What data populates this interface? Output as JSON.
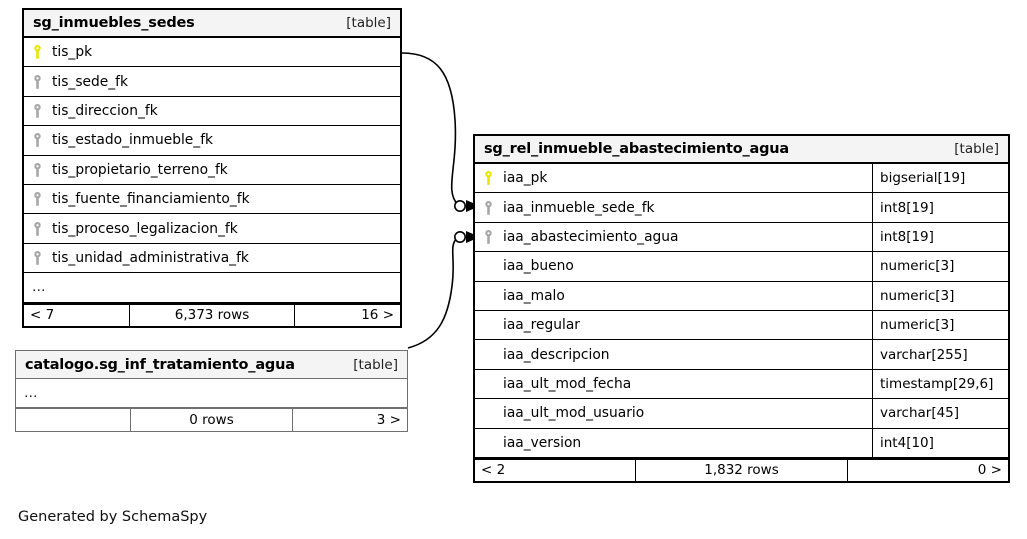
{
  "diagram": {
    "generator_note": "Generated by SchemaSpy",
    "table_tag": "[table]",
    "pk_icon": "yellow-key-icon",
    "fk_icon": "gray-key-icon",
    "pk_color": "#e6e600",
    "fk_color": "#a6a6a6",
    "header_bg": "#f4f4f4",
    "border_color": "#000000",
    "thin_border_color": "#6f6f6f"
  },
  "tables": [
    {
      "id": "sg_inmuebles_sedes",
      "name": "sg_inmuebles_sedes",
      "tag": "[table]",
      "columns": [
        {
          "key": "pk",
          "name": "tis_pk",
          "type": ""
        },
        {
          "key": "fk",
          "name": "tis_sede_fk",
          "type": ""
        },
        {
          "key": "fk",
          "name": "tis_direccion_fk",
          "type": ""
        },
        {
          "key": "fk",
          "name": "tis_estado_inmueble_fk",
          "type": ""
        },
        {
          "key": "fk",
          "name": "tis_propietario_terreno_fk",
          "type": ""
        },
        {
          "key": "fk",
          "name": "tis_fuente_financiamiento_fk",
          "type": ""
        },
        {
          "key": "fk",
          "name": "tis_proceso_legalizacion_fk",
          "type": ""
        },
        {
          "key": "fk",
          "name": "tis_unidad_administrativa_fk",
          "type": ""
        }
      ],
      "more_indicator": "…",
      "footer": {
        "left": "< 7",
        "middle": "6,373 rows",
        "right": "16 >"
      }
    },
    {
      "id": "catalogo_sg_inf_tratamiento_agua",
      "name": "catalogo.sg_inf_tratamiento_agua",
      "tag": "[table]",
      "columns": [],
      "more_indicator": "…",
      "footer": {
        "left": "",
        "middle": "0 rows",
        "right": "3 >"
      }
    },
    {
      "id": "sg_rel_inmueble_abastecimiento_agua",
      "name": "sg_rel_inmueble_abastecimiento_agua",
      "tag": "[table]",
      "columns": [
        {
          "key": "pk",
          "name": "iaa_pk",
          "type": "bigserial[19]"
        },
        {
          "key": "fk",
          "name": "iaa_inmueble_sede_fk",
          "type": "int8[19]"
        },
        {
          "key": "fk",
          "name": "iaa_abastecimiento_agua",
          "type": "int8[19]"
        },
        {
          "key": "none",
          "name": "iaa_bueno",
          "type": "numeric[3]"
        },
        {
          "key": "none",
          "name": "iaa_malo",
          "type": "numeric[3]"
        },
        {
          "key": "none",
          "name": "iaa_regular",
          "type": "numeric[3]"
        },
        {
          "key": "none",
          "name": "iaa_descripcion",
          "type": "varchar[255]"
        },
        {
          "key": "none",
          "name": "iaa_ult_mod_fecha",
          "type": "timestamp[29,6]"
        },
        {
          "key": "none",
          "name": "iaa_ult_mod_usuario",
          "type": "varchar[45]"
        },
        {
          "key": "none",
          "name": "iaa_version",
          "type": "int4[10]"
        }
      ],
      "more_indicator": "",
      "footer": {
        "left": "< 2",
        "middle": "1,832 rows",
        "right": "0 >"
      }
    }
  ],
  "relationships": [
    {
      "id": "rel-inmuebles-to-iaa-inmueble-sede-fk",
      "from": "sg_inmuebles_sedes.tis_pk",
      "to": "sg_rel_inmueble_abastecimiento_agua.iaa_inmueble_sede_fk"
    },
    {
      "id": "rel-catalogo-to-iaa-abastecimiento-agua",
      "from": "catalogo.sg_inf_tratamiento_agua",
      "to": "sg_rel_inmueble_abastecimiento_agua.iaa_abastecimiento_agua"
    }
  ]
}
